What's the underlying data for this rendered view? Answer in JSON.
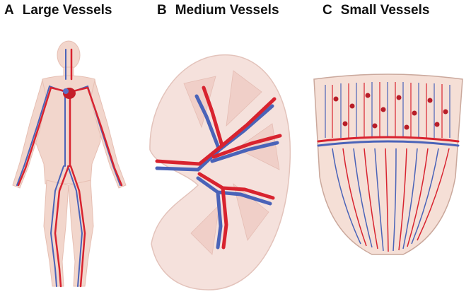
{
  "panels": [
    {
      "letter": "A",
      "title": "Large Vessels",
      "illustration": "human-body-circulatory-system"
    },
    {
      "letter": "B",
      "title": "Medium Vessels",
      "illustration": "kidney-cross-section-vessels"
    },
    {
      "letter": "C",
      "title": "Small Vessels",
      "illustration": "kidney-tissue-microvasculature"
    }
  ],
  "colors": {
    "artery": "#d8232f",
    "vein": "#4a63b8",
    "skin": "#f2d6cc",
    "kidney": "#f5e1dc",
    "background": "#ffffff"
  }
}
